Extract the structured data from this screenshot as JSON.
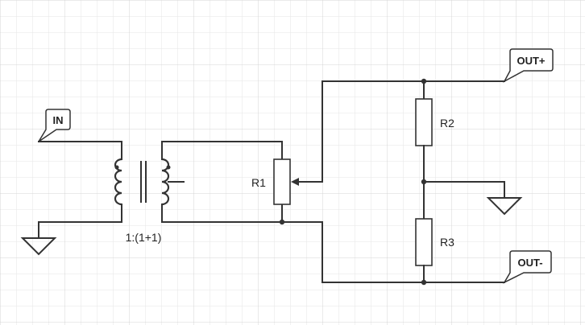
{
  "diagram": {
    "ports": {
      "input": "IN",
      "output_positive": "OUT+",
      "output_negative": "OUT-"
    },
    "components": {
      "transformer_ratio": "1:(1+1)",
      "potentiometer": "R1",
      "upper_resistor": "R2",
      "lower_resistor": "R3"
    }
  }
}
